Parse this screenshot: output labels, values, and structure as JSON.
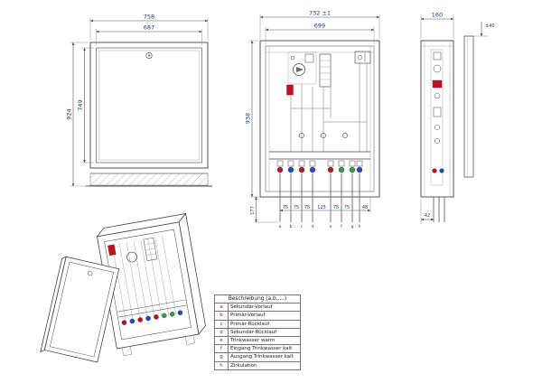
{
  "drawing": {
    "front_closed": {
      "outer_width": "758",
      "door_width": "687",
      "outer_height": "924",
      "door_height": "749"
    },
    "front_open": {
      "outer_width": "732 ±1",
      "inner_width": "699",
      "height": "938",
      "pipe_drop": "177",
      "pipe_gaps": [
        "75",
        "75",
        "75",
        "125",
        "75",
        "75"
      ],
      "edge_gap": "48",
      "connections": [
        "a",
        "b",
        "c",
        "d",
        "e",
        "f",
        "g",
        "h"
      ]
    },
    "side": {
      "depth": "160",
      "top_adjust": "±40",
      "pipe_offset": "42"
    }
  },
  "legend": {
    "title": "Beschreibung (a,b,....)",
    "rows": [
      {
        "key": "a",
        "label": "Sekundär-Vorlauf"
      },
      {
        "key": "b",
        "label": "Primär-Vorlauf"
      },
      {
        "key": "c",
        "label": "Primär-Rücklauf"
      },
      {
        "key": "d",
        "label": "Sekundär-Rücklauf"
      },
      {
        "key": "e",
        "label": "Trinkwasser warm"
      },
      {
        "key": "f",
        "label": "Eingang Trinkwasser kalt"
      },
      {
        "key": "g",
        "label": "Ausgang Trinkwasser kalt"
      },
      {
        "key": "h",
        "label": "Zirkulation"
      }
    ]
  },
  "colors": {
    "line": "#444444",
    "dimension_text": "#1d3a6e",
    "red": "#c1121f",
    "blue": "#1f4bc1",
    "green": "#2f9e44"
  }
}
